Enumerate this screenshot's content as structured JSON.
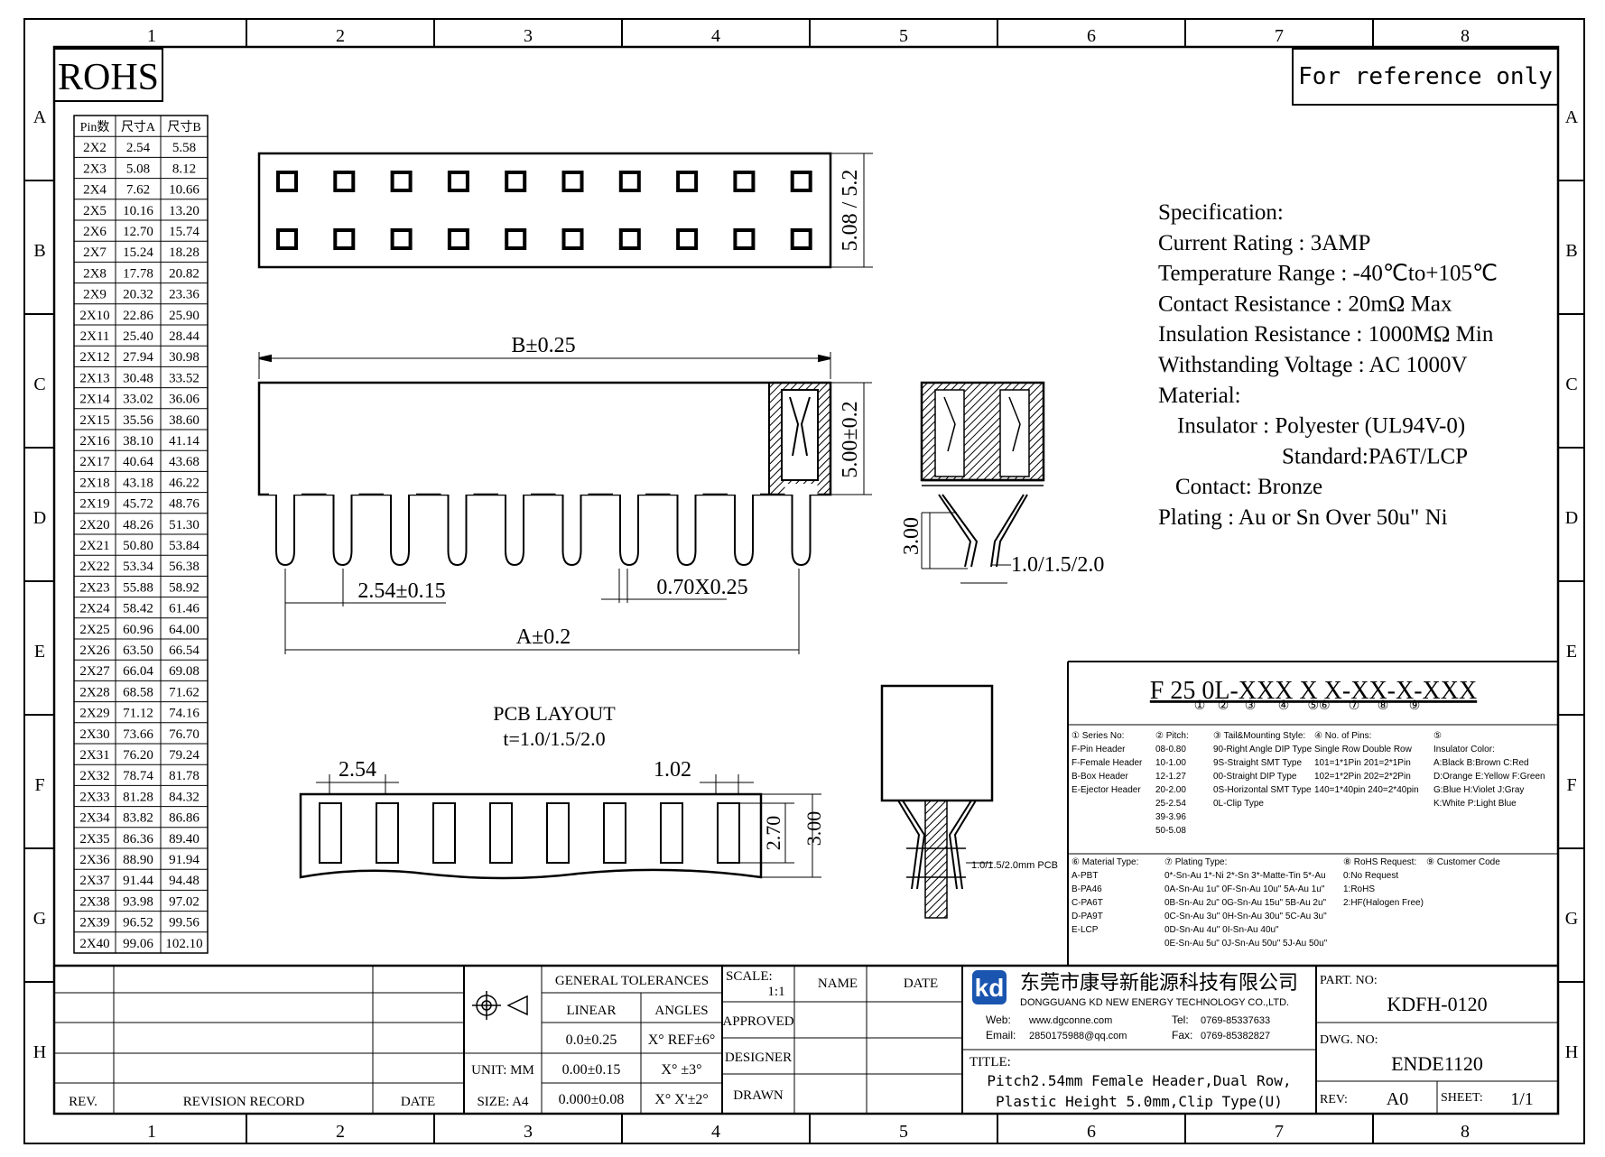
{
  "grid": {
    "cols": [
      "1",
      "2",
      "3",
      "4",
      "5",
      "6",
      "7",
      "8"
    ],
    "rows": [
      "A",
      "B",
      "C",
      "D",
      "E",
      "F",
      "G",
      "H"
    ]
  },
  "rohs": "ROHS",
  "reference_note": "For reference only",
  "pin_table": {
    "headers": [
      "Pin数",
      "尺寸A",
      "尺寸B"
    ],
    "rows": [
      [
        "2X2",
        "2.54",
        "5.58"
      ],
      [
        "2X3",
        "5.08",
        "8.12"
      ],
      [
        "2X4",
        "7.62",
        "10.66"
      ],
      [
        "2X5",
        "10.16",
        "13.20"
      ],
      [
        "2X6",
        "12.70",
        "15.74"
      ],
      [
        "2X7",
        "15.24",
        "18.28"
      ],
      [
        "2X8",
        "17.78",
        "20.82"
      ],
      [
        "2X9",
        "20.32",
        "23.36"
      ],
      [
        "2X10",
        "22.86",
        "25.90"
      ],
      [
        "2X11",
        "25.40",
        "28.44"
      ],
      [
        "2X12",
        "27.94",
        "30.98"
      ],
      [
        "2X13",
        "30.48",
        "33.52"
      ],
      [
        "2X14",
        "33.02",
        "36.06"
      ],
      [
        "2X15",
        "35.56",
        "38.60"
      ],
      [
        "2X16",
        "38.10",
        "41.14"
      ],
      [
        "2X17",
        "40.64",
        "43.68"
      ],
      [
        "2X18",
        "43.18",
        "46.22"
      ],
      [
        "2X19",
        "45.72",
        "48.76"
      ],
      [
        "2X20",
        "48.26",
        "51.30"
      ],
      [
        "2X21",
        "50.80",
        "53.84"
      ],
      [
        "2X22",
        "53.34",
        "56.38"
      ],
      [
        "2X23",
        "55.88",
        "58.92"
      ],
      [
        "2X24",
        "58.42",
        "61.46"
      ],
      [
        "2X25",
        "60.96",
        "64.00"
      ],
      [
        "2X26",
        "63.50",
        "66.54"
      ],
      [
        "2X27",
        "66.04",
        "69.08"
      ],
      [
        "2X28",
        "68.58",
        "71.62"
      ],
      [
        "2X29",
        "71.12",
        "74.16"
      ],
      [
        "2X30",
        "73.66",
        "76.70"
      ],
      [
        "2X31",
        "76.20",
        "79.24"
      ],
      [
        "2X32",
        "78.74",
        "81.78"
      ],
      [
        "2X33",
        "81.28",
        "84.32"
      ],
      [
        "2X34",
        "83.82",
        "86.86"
      ],
      [
        "2X35",
        "86.36",
        "89.40"
      ],
      [
        "2X36",
        "88.90",
        "91.94"
      ],
      [
        "2X37",
        "91.44",
        "94.48"
      ],
      [
        "2X38",
        "93.98",
        "97.02"
      ],
      [
        "2X39",
        "96.52",
        "99.56"
      ],
      [
        "2X40",
        "99.06",
        "102.10"
      ]
    ]
  },
  "dims": {
    "top_height": "5.08 / 5.2",
    "b_length": "B±0.25",
    "height_5": "5.00±0.2",
    "pitch": "2.54±0.15",
    "pin_size": "0.70X0.25",
    "a_length": "A±0.2",
    "tail_300": "3.00",
    "tail_len": "1.0/1.5/2.0"
  },
  "pcb": {
    "title": "PCB LAYOUT",
    "thickness": "t=1.0/1.5/2.0",
    "pitch": "2.54",
    "pad": "1.02",
    "h270": "2.70",
    "h300": "3.00",
    "note": "1.0/1.5/2.0mm PCB"
  },
  "spec": {
    "lines": [
      "Specification:",
      "Current Rating : 3AMP",
      "Temperature Range : -40℃to+105℃",
      "Contact Resistance : 20mΩ Max",
      "Insulation Resistance : 1000MΩ Min",
      "Withstanding Voltage : AC 1000V",
      "Material:",
      "Insulator : Polyester (UL94V-0)",
      "Standard:PA6T/LCP",
      "Contact: Bronze",
      "Plating : Au or Sn Over 50u\" Ni"
    ]
  },
  "part_code": {
    "code": "F 25 0L-XXX X X-XX-X-XXX",
    "markers": [
      "①",
      "②",
      "③",
      "④",
      "⑤⑥",
      "⑦",
      "⑧",
      "⑨"
    ],
    "block1": [
      [
        "① Series No:",
        "F-Pin Header",
        "F-Female Header",
        "B-Box Header",
        "E-Ejector Header"
      ],
      [
        "② Pitch:",
        "08-0.80",
        "10-1.00",
        "12-1.27",
        "20-2.00",
        "25-2.54",
        "39-3.96",
        "50-5.08"
      ],
      [
        "③ Tail&Mounting Style:",
        "90-Right Angle DIP Type",
        "9S-Straight SMT Type",
        "00-Straight DIP Type",
        "0S-Horizontal SMT Type",
        "0L-Clip Type"
      ],
      [
        "④ No. of Pins:",
        "Single Row   Double Row",
        "101=1*1Pin   201=2*1Pin",
        "102=1*2Pin   202=2*2Pin",
        "140=1*40pin  240=2*40pin"
      ],
      [
        "⑤",
        "Insulator Color:",
        "A:Black B:Brown C:Red",
        "D:Orange E:Yellow F:Green",
        "G:Blue  H:Violet J:Gray",
        "K:White P:Light Blue"
      ]
    ],
    "block2": [
      [
        "⑥ Material Type:",
        "A-PBT",
        "B-PA46",
        "C-PA6T",
        "D-PA9T",
        "E-LCP"
      ],
      [
        "⑦ Plating Type:",
        "0*-Sn-Au 1*-Ni 2*-Sn 3*-Matte-Tin 5*-Au",
        "0A-Sn-Au 1u\" 0F-Sn-Au 10u\" 5A-Au 1u\"",
        "0B-Sn-Au 2u\" 0G-Sn-Au 15u\" 5B-Au 2u\"",
        "0C-Sn-Au 3u\" 0H-Sn-Au 30u\" 5C-Au 3u\"",
        "0D-Sn-Au 4u\" 0I-Sn-Au 40u\"",
        "0E-Sn-Au 5u\" 0J-Sn-Au 50u\" 5J-Au 50u\""
      ],
      [
        "⑧ RoHS Request:",
        "0:No Request",
        "1:RoHS",
        "2:HF(Halogen Free)"
      ],
      [
        "⑨ Customer Code"
      ]
    ]
  },
  "title_block": {
    "rev_label": "REV.",
    "revision_record": "REVISION RECORD",
    "date_label": "DATE",
    "general_tolerances": "GENERAL TOLERANCES",
    "linear": "LINEAR",
    "angles": "ANGLES",
    "tol_rows": [
      [
        "0.0±0.25",
        "X° REF±6°"
      ],
      [
        "0.00±0.15",
        "X° ±3°"
      ],
      [
        "0.000±0.08",
        "X° X'±2°"
      ]
    ],
    "unit": "UNIT: MM",
    "size": "SIZE: A4",
    "scale_label": "SCALE:",
    "scale": "1:1",
    "name_label": "NAME",
    "date2_label": "DATE",
    "approved": "APPROVED",
    "designer": "DESIGNER",
    "drawn": "DRAWN",
    "company_cn": "东莞市康导新能源科技有限公司",
    "company_en": "DONGGUANG KD NEW ENERGY TECHNOLOGY CO.,LTD.",
    "web_label": "Web:",
    "web": "www.dgconne.com",
    "tel_label": "Tel:",
    "tel": "0769-85337633",
    "email_label": "Email:",
    "email": "2850175988@qq.com",
    "fax_label": "Fax:",
    "fax": "0769-85382827",
    "title_label": "TITLE:",
    "title_line1": "Pitch2.54mm Female Header,Dual Row,",
    "title_line2": "Plastic Height 5.0mm,Clip Type(U)",
    "part_no_label": "PART. NO:",
    "part_no": "KDFH-0120",
    "dwg_no_label": "DWG. NO:",
    "dwg_no": "ENDE1120",
    "rev2_label": "REV:",
    "rev": "A0",
    "sheet_label": "SHEET:",
    "sheet": "1/1"
  }
}
